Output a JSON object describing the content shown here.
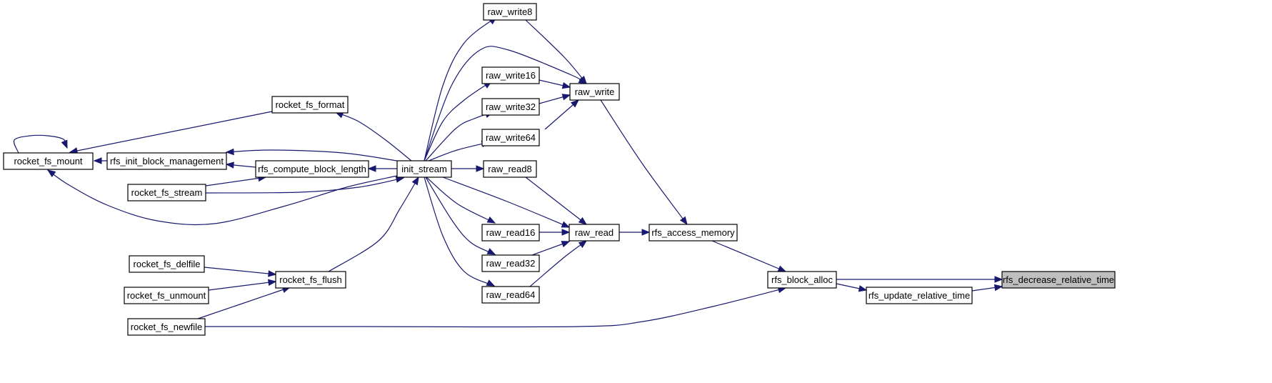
{
  "graph": {
    "colors": {
      "edge": "#191970",
      "node_fill": "#ffffff",
      "root_fill": "#bfbfbf",
      "node_stroke": "#000000"
    },
    "nodes": [
      {
        "id": "rocket_fs_mount",
        "label": "rocket_fs_mount"
      },
      {
        "id": "rfs_init_block_management",
        "label": "rfs_init_block_management"
      },
      {
        "id": "rocket_fs_format",
        "label": "rocket_fs_format"
      },
      {
        "id": "rfs_compute_block_length",
        "label": "rfs_compute_block_length"
      },
      {
        "id": "rocket_fs_stream",
        "label": "rocket_fs_stream"
      },
      {
        "id": "init_stream",
        "label": "init_stream"
      },
      {
        "id": "rocket_fs_delfile",
        "label": "rocket_fs_delfile"
      },
      {
        "id": "rocket_fs_unmount",
        "label": "rocket_fs_unmount"
      },
      {
        "id": "rocket_fs_flush",
        "label": "rocket_fs_flush"
      },
      {
        "id": "rocket_fs_newfile",
        "label": "rocket_fs_newfile"
      },
      {
        "id": "raw_write8",
        "label": "raw_write8"
      },
      {
        "id": "raw_write16",
        "label": "raw_write16"
      },
      {
        "id": "raw_write32",
        "label": "raw_write32"
      },
      {
        "id": "raw_write64",
        "label": "raw_write64"
      },
      {
        "id": "raw_read8",
        "label": "raw_read8"
      },
      {
        "id": "raw_read16",
        "label": "raw_read16"
      },
      {
        "id": "raw_read32",
        "label": "raw_read32"
      },
      {
        "id": "raw_read64",
        "label": "raw_read64"
      },
      {
        "id": "raw_write",
        "label": "raw_write"
      },
      {
        "id": "raw_read",
        "label": "raw_read"
      },
      {
        "id": "rfs_access_memory",
        "label": "rfs_access_memory"
      },
      {
        "id": "rfs_block_alloc",
        "label": "rfs_block_alloc"
      },
      {
        "id": "rfs_update_relative_time",
        "label": "rfs_update_relative_time"
      },
      {
        "id": "rfs_decrease_relative_time",
        "label": "rfs_decrease_relative_time",
        "root": true
      }
    ],
    "edges": [
      {
        "from": "rocket_fs_mount",
        "to": "rocket_fs_mount"
      },
      {
        "from": "rfs_init_block_management",
        "to": "rocket_fs_mount"
      },
      {
        "from": "rocket_fs_format",
        "to": "rocket_fs_mount"
      },
      {
        "from": "init_stream",
        "to": "rocket_fs_mount"
      },
      {
        "from": "init_stream",
        "to": "rfs_init_block_management"
      },
      {
        "from": "rfs_compute_block_length",
        "to": "rfs_init_block_management"
      },
      {
        "from": "init_stream",
        "to": "rocket_fs_format"
      },
      {
        "from": "init_stream",
        "to": "rfs_compute_block_length"
      },
      {
        "from": "rfs_compute_block_length",
        "to": "rocket_fs_stream"
      },
      {
        "from": "init_stream",
        "to": "rocket_fs_stream"
      },
      {
        "from": "init_stream",
        "to": "rocket_fs_flush"
      },
      {
        "from": "rocket_fs_flush",
        "to": "rocket_fs_delfile"
      },
      {
        "from": "rocket_fs_flush",
        "to": "rocket_fs_unmount"
      },
      {
        "from": "rocket_fs_flush",
        "to": "rocket_fs_newfile"
      },
      {
        "from": "raw_write8",
        "to": "init_stream"
      },
      {
        "from": "raw_write16",
        "to": "init_stream"
      },
      {
        "from": "raw_write32",
        "to": "init_stream"
      },
      {
        "from": "raw_write64",
        "to": "init_stream"
      },
      {
        "from": "raw_read8",
        "to": "init_stream"
      },
      {
        "from": "raw_read16",
        "to": "init_stream"
      },
      {
        "from": "raw_read32",
        "to": "init_stream"
      },
      {
        "from": "raw_read64",
        "to": "init_stream"
      },
      {
        "from": "raw_write",
        "to": "init_stream"
      },
      {
        "from": "raw_read",
        "to": "init_stream"
      },
      {
        "from": "raw_write",
        "to": "raw_write8"
      },
      {
        "from": "raw_write",
        "to": "raw_write16"
      },
      {
        "from": "raw_write",
        "to": "raw_write32"
      },
      {
        "from": "raw_write",
        "to": "raw_write64"
      },
      {
        "from": "raw_read",
        "to": "raw_read8"
      },
      {
        "from": "raw_read",
        "to": "raw_read16"
      },
      {
        "from": "raw_read",
        "to": "raw_read32"
      },
      {
        "from": "raw_read",
        "to": "raw_read64"
      },
      {
        "from": "rfs_access_memory",
        "to": "raw_write"
      },
      {
        "from": "rfs_access_memory",
        "to": "raw_read"
      },
      {
        "from": "rfs_block_alloc",
        "to": "rfs_access_memory"
      },
      {
        "from": "rfs_block_alloc",
        "to": "rocket_fs_newfile"
      },
      {
        "from": "rfs_decrease_relative_time",
        "to": "rfs_block_alloc"
      },
      {
        "from": "rfs_update_relative_time",
        "to": "rfs_block_alloc"
      },
      {
        "from": "rfs_decrease_relative_time",
        "to": "rfs_update_relative_time"
      }
    ]
  }
}
